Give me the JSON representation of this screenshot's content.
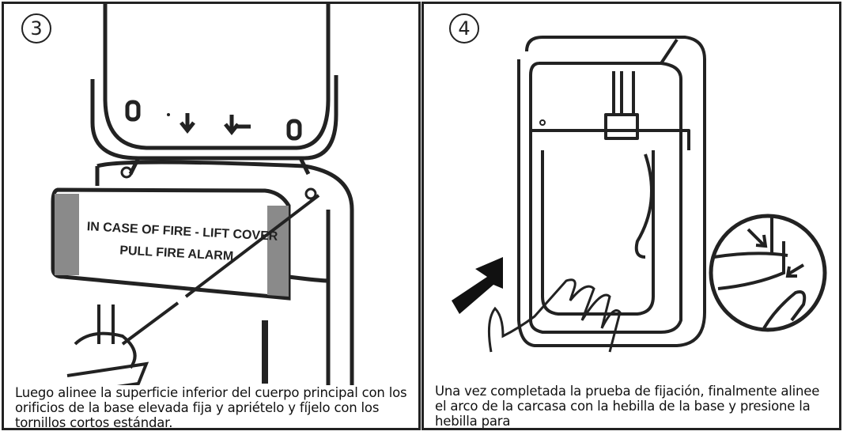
{
  "steps": [
    {
      "number": "3",
      "sign_line1": "IN CASE OF FIRE - LIFT COVER",
      "sign_line2": "PULL FIRE ALARM",
      "caption": "Luego alinee la superficie inferior del cuerpo principal con los orificios de la base elevada fija y apriételo y fíjelo con los tornillos cortos estándar."
    },
    {
      "number": "4",
      "caption": "Una vez completada la prueba de fijación, finalmente alinee el arco de la carcasa con la hebilla de la base y presione la hebilla para"
    }
  ],
  "colors": {
    "line": "#222222",
    "gray": "#8a8a8a"
  }
}
